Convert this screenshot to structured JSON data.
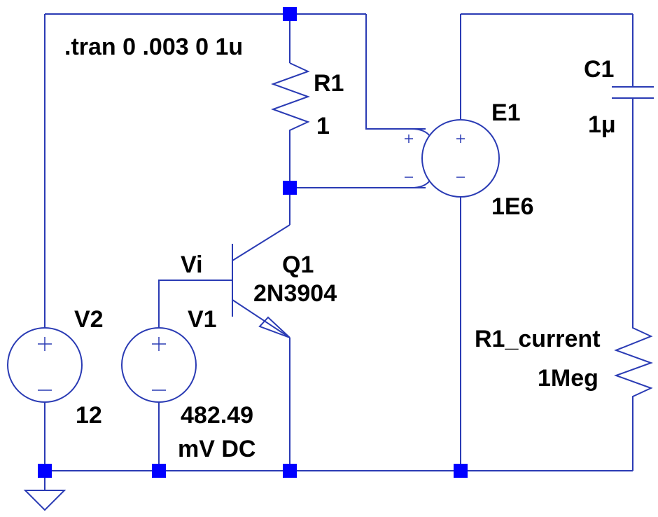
{
  "directive": ".tran 0 .003 0 1u",
  "components": {
    "R1": {
      "name": "R1",
      "value": "1"
    },
    "E1": {
      "name": "E1",
      "value": "1E6",
      "in_plus": "+",
      "in_minus": "−"
    },
    "C1": {
      "name": "C1",
      "value": "1μ"
    },
    "Q1": {
      "name": "Q1",
      "value": "2N3904"
    },
    "V1": {
      "name": "V1",
      "value_line1": "482.49",
      "value_line2": "mV DC"
    },
    "V2": {
      "name": "V2",
      "value": "12"
    },
    "R1_current": {
      "name": "R1_current",
      "value": "1Meg"
    }
  },
  "net_labels": {
    "base": "Vi"
  },
  "colors": {
    "wire": "#2a3bb4",
    "node": "#0000ff",
    "text": "#000000"
  }
}
